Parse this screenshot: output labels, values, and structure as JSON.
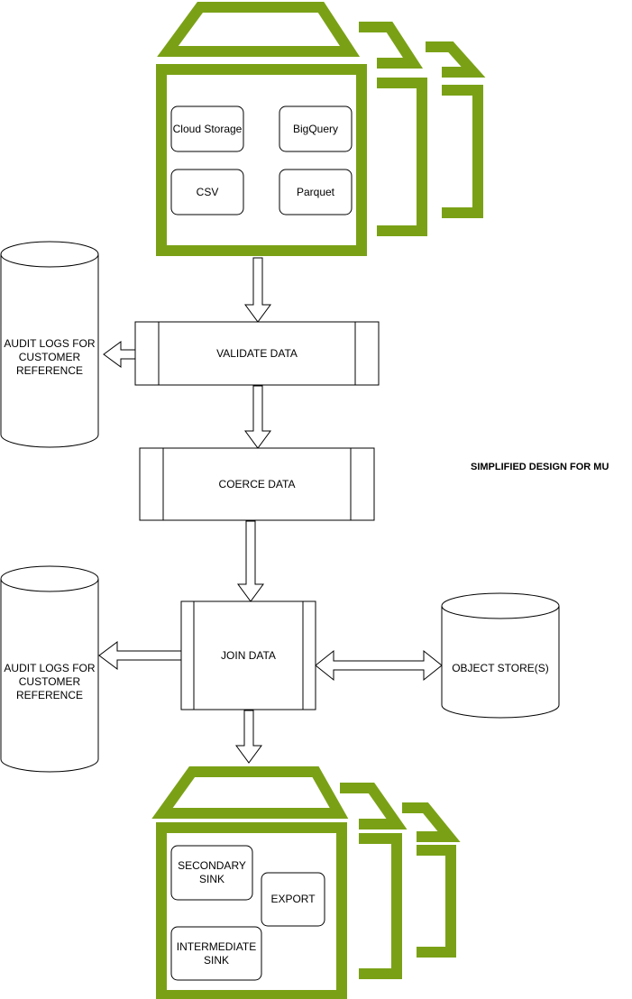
{
  "diagram": {
    "title": "SIMPLIFIED DESIGN FOR MU",
    "colors": {
      "folder": "#7aa116",
      "stroke": "#000000",
      "fill": "#ffffff"
    },
    "sources": {
      "icon": "folder-stack-icon",
      "items": [
        {
          "label": "Cloud Storage"
        },
        {
          "label": "BigQuery"
        },
        {
          "label": "CSV"
        },
        {
          "label": "Parquet"
        }
      ]
    },
    "processes": [
      {
        "label": "VALIDATE DATA"
      },
      {
        "label": "COERCE DATA"
      },
      {
        "label": "JOIN DATA"
      }
    ],
    "audit_logs": [
      {
        "label": "AUDIT LOGS FOR CUSTOMER REFERENCE"
      },
      {
        "label": "AUDIT LOGS FOR CUSTOMER REFERENCE"
      }
    ],
    "object_store": {
      "label": "OBJECT STORE(S)"
    },
    "sinks": {
      "icon": "folder-stack-icon",
      "items": [
        {
          "label": "SECONDARY SINK"
        },
        {
          "label": "EXPORT"
        },
        {
          "label": "INTERMEDIATE SINK"
        }
      ]
    }
  }
}
